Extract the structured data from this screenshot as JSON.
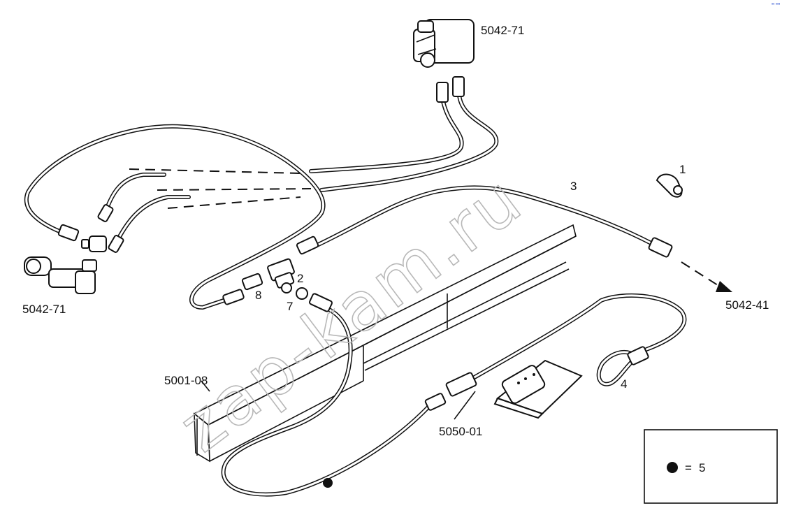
{
  "watermark": "zap-kam.ru",
  "corner_mark": "•• •••",
  "labels": {
    "valve_top": "5042-71",
    "valve_left": "5042-71",
    "to_connection": "5042-41",
    "frame": "5001-08",
    "sensor": "5050-01",
    "part_1": "1",
    "part_2": "2",
    "part_3": "3",
    "part_4": "4",
    "part_7": "7",
    "part_8": "8"
  },
  "legend": {
    "symbol": "dot",
    "equals": "=",
    "value": "5"
  }
}
